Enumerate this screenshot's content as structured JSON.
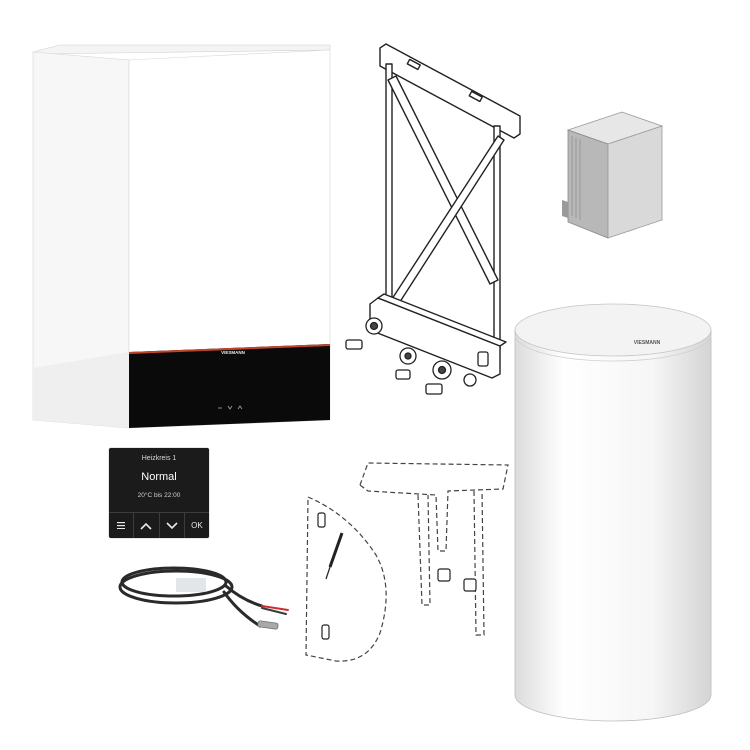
{
  "boiler": {
    "brand_mark": "VIESMANN"
  },
  "storage_tank": {
    "brand_mark": "VIESMANN"
  },
  "control_panel": {
    "title": "Heizkreis 1",
    "mode": "Normal",
    "schedule": "20°C bis 22:00",
    "buttons": {
      "menu_icon": "menu-icon",
      "up_icon": "chevron-up-icon",
      "down_icon": "chevron-down-icon",
      "ok_label": "OK"
    }
  },
  "colors": {
    "boiler_body": "#ffffff",
    "boiler_panel": "#0a0a0a",
    "accent_stripe": "#c0442a",
    "control_panel_bg": "#1b1b1b",
    "sensor_cable": "#2a2a2a"
  }
}
